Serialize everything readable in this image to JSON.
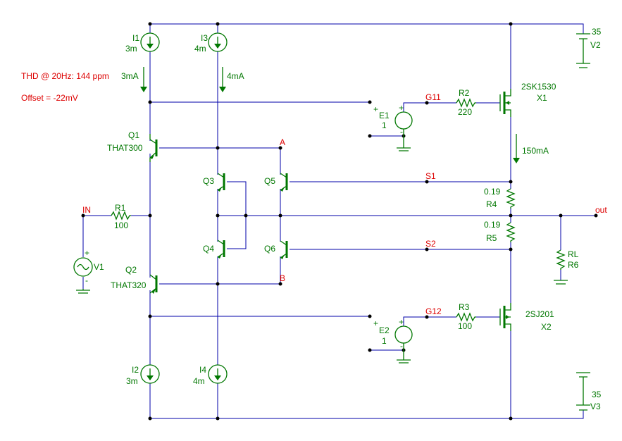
{
  "annotations": {
    "thd": "THD @ 20Hz: 144 ppm",
    "offset": "Offset = -22mV"
  },
  "nets": {
    "in": "IN",
    "out": "out",
    "a": "A",
    "b": "B",
    "g11": "G11",
    "g12": "G12",
    "s1": "S1",
    "s2": "S2"
  },
  "currents": {
    "i1": "3mA",
    "i3": "4mA",
    "mosfet": "150mA"
  },
  "components": {
    "i1": {
      "name": "I1",
      "value": "3m"
    },
    "i2": {
      "name": "I2",
      "value": "3m"
    },
    "i3": {
      "name": "I3",
      "value": "4m"
    },
    "i4": {
      "name": "I4",
      "value": "4m"
    },
    "q1": {
      "name": "Q1",
      "model": "THAT300"
    },
    "q2": {
      "name": "Q2",
      "model": "THAT320"
    },
    "q3": {
      "name": "Q3"
    },
    "q4": {
      "name": "Q4"
    },
    "q5": {
      "name": "Q5"
    },
    "q6": {
      "name": "Q6"
    },
    "r1": {
      "name": "R1",
      "value": "100"
    },
    "r2": {
      "name": "R2",
      "value": "220"
    },
    "r3": {
      "name": "R3",
      "value": "100"
    },
    "r4": {
      "name": "R4",
      "value": "0.19"
    },
    "r5": {
      "name": "R5",
      "value": "0.19"
    },
    "rl": {
      "name": "RL",
      "ref": "R6"
    },
    "e1": {
      "name": "E1",
      "gain": "1"
    },
    "e2": {
      "name": "E2",
      "gain": "1"
    },
    "x1": {
      "name": "X1",
      "model": "2SK1530"
    },
    "x2": {
      "name": "X2",
      "model": "2SJ201"
    },
    "v1": {
      "name": "V1"
    },
    "v2": {
      "name": "V2",
      "value": "35"
    },
    "v3": {
      "name": "V3",
      "value": "35"
    }
  },
  "pin_marks": {
    "plus": "+",
    "minus": "-"
  },
  "colors": {
    "wire": "#0000aa",
    "component": "#007700",
    "annotation": "#dd0000",
    "junction": "#000000"
  }
}
